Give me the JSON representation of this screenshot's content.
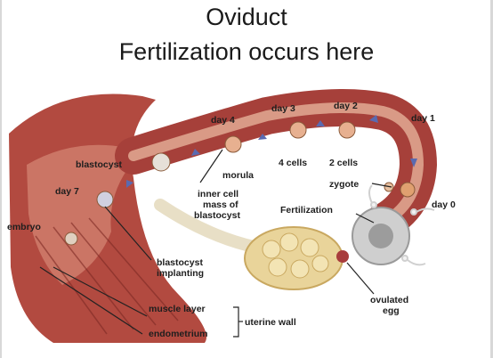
{
  "title": {
    "line1": "Oviduct",
    "line2": "Fertilization occurs here"
  },
  "labels": {
    "day0": "day 0",
    "day1": "day 1",
    "day2": "day 2",
    "day3": "day 3",
    "day4": "day 4",
    "day7": "day 7",
    "blastocyst": "blastocyst",
    "embryo": "embryo",
    "morula": "morula",
    "cells4": "4 cells",
    "cells2": "2 cells",
    "zygote": "zygote",
    "inner1": "inner cell",
    "inner2": "mass of",
    "inner3": "blastocyst",
    "fertilization": "Fertilization",
    "implant1": "blastocyst",
    "implant2": "implanting",
    "ovulated1": "ovulated",
    "ovulated2": "egg",
    "muscle": "muscle layer",
    "endometrium": "endometrium",
    "uterine": "uterine wall"
  },
  "colors": {
    "tissue": "#b24a40",
    "tissue_dark": "#7e2a24",
    "lumen": "#d99a86",
    "ovary": "#e9d49a",
    "egg": "#c9c9c9"
  }
}
